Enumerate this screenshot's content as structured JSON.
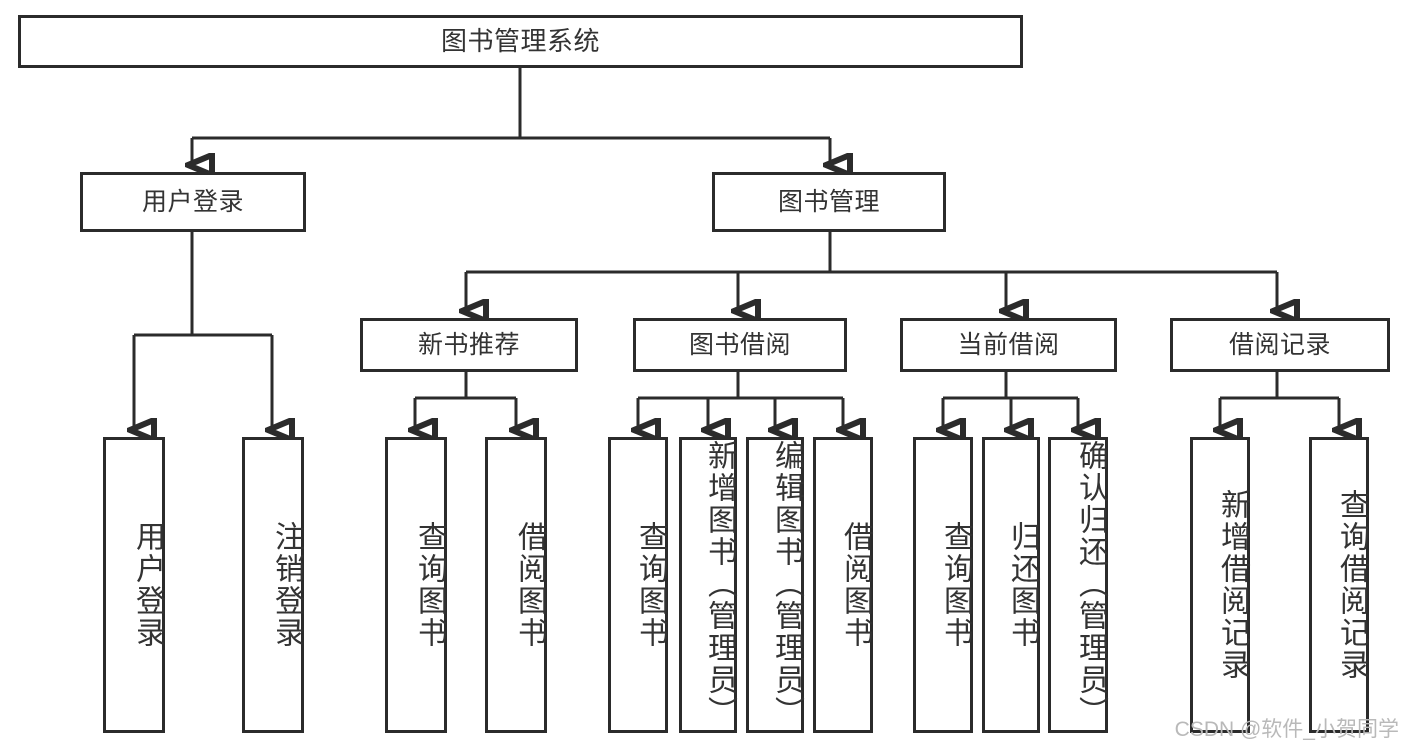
{
  "diagram": {
    "title": "图书管理系统",
    "type": "tree",
    "colors": {
      "background": "#ffffff",
      "stroke": "#2b2b2b",
      "text": "#333333",
      "watermark": "#b9b9b9"
    },
    "watermark": "CSDN @软件_小贺同学",
    "nodes": {
      "root": {
        "label": "图书管理系统"
      },
      "level2": [
        {
          "id": "user-login",
          "label": "用户登录"
        },
        {
          "id": "book-manage",
          "label": "图书管理"
        }
      ],
      "level3": [
        {
          "id": "new-book-recommend",
          "label": "新书推荐"
        },
        {
          "id": "book-borrow",
          "label": "图书借阅"
        },
        {
          "id": "current-borrow",
          "label": "当前借阅"
        },
        {
          "id": "borrow-record",
          "label": "借阅记录"
        }
      ],
      "leaves": {
        "user-login": [
          {
            "id": "leaf-user-login",
            "label": "用户登录"
          },
          {
            "id": "leaf-user-logout",
            "label": "注销登录"
          }
        ],
        "new-book-recommend": [
          {
            "id": "leaf-query-book-1",
            "label": "查询图书"
          },
          {
            "id": "leaf-borrow-book-1",
            "label": "借阅图书"
          }
        ],
        "book-borrow": [
          {
            "id": "leaf-query-book-2",
            "label": "查询图书"
          },
          {
            "id": "leaf-add-book",
            "label": "新增图书（管理员）"
          },
          {
            "id": "leaf-edit-book",
            "label": "编辑图书（管理员）"
          },
          {
            "id": "leaf-borrow-book-2",
            "label": "借阅图书"
          }
        ],
        "current-borrow": [
          {
            "id": "leaf-query-book-3",
            "label": "查询图书"
          },
          {
            "id": "leaf-return-book",
            "label": "归还图书"
          },
          {
            "id": "leaf-confirm-return",
            "label": "确认归还（管理员）"
          }
        ],
        "borrow-record": [
          {
            "id": "leaf-add-record",
            "label": "新增借阅记录"
          },
          {
            "id": "leaf-query-record",
            "label": "查询借阅记录"
          }
        ]
      }
    }
  }
}
